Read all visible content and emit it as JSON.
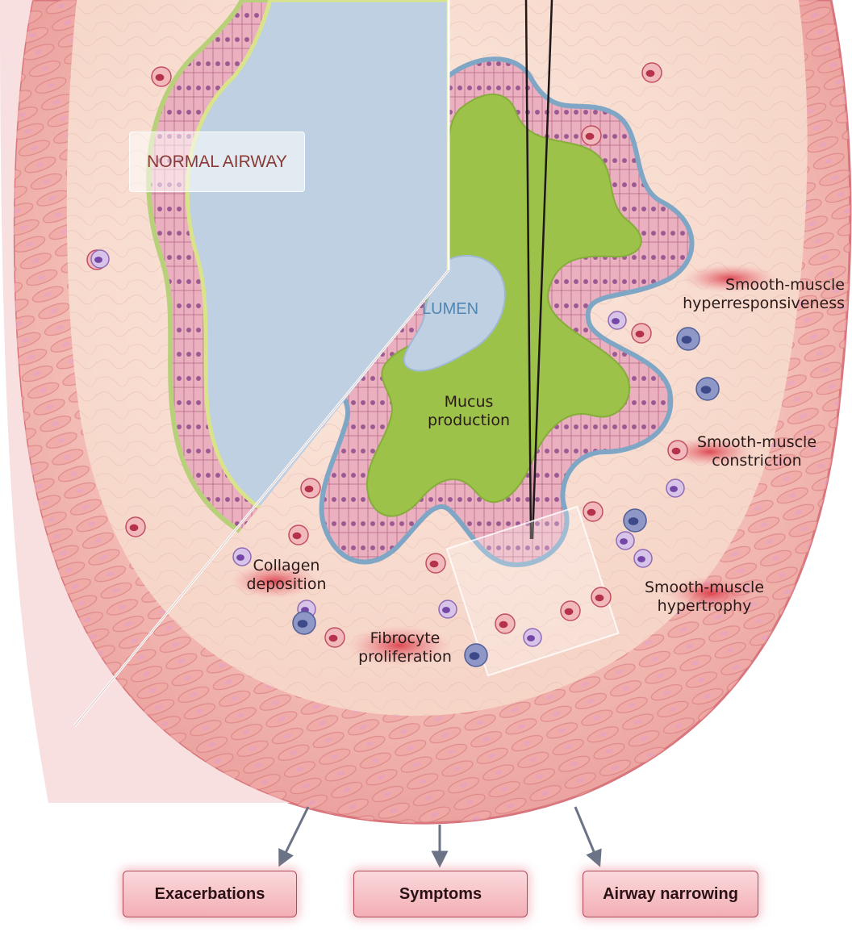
{
  "labels": {
    "normal_airway": "NORMAL AIRWAY",
    "lumen": "LUMEN",
    "mucus_line1": "Mucus",
    "mucus_line2": "production",
    "hyperresp_line1": "Smooth-muscle",
    "hyperresp_line2": "hyperresponsiveness",
    "constriction_line1": "Smooth-muscle",
    "constriction_line2": "constriction",
    "hypertrophy_line1": "Smooth-muscle",
    "hypertrophy_line2": "hypertrophy",
    "collagen_line1": "Collagen",
    "collagen_line2": "deposition",
    "fibrocyte_line1": "Fibrocyte",
    "fibrocyte_line2": "proliferation"
  },
  "outcomes": {
    "exacerbations": "Exacerbations",
    "symptoms": "Symptoms",
    "airway_narrowing": "Airway narrowing"
  },
  "colors": {
    "airway_wall": "#f4b7b3",
    "smooth_muscle": "#e8908f",
    "submucosa": "#f8dccd",
    "normal_lumen": "#bfd0e3",
    "mucus": "#9cc24a",
    "epithelium": "#e6a4b4",
    "inflammation": "#e04a56",
    "normal_label_text": "#8a3a36",
    "lumen_label_text": "#4f86b2",
    "outcome_box": "#f4b4ba",
    "arrow": "#6b7486"
  }
}
